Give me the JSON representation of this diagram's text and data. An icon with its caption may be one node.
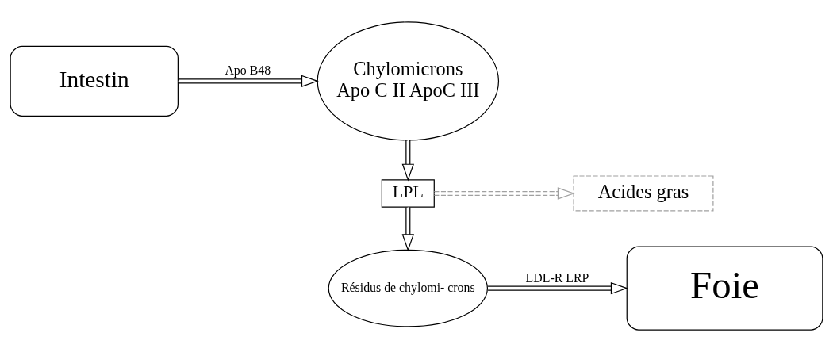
{
  "diagram": {
    "nodes": [
      {
        "text": [
          "Chylomicrons",
          "Apo C II ApoC III"
        ]
      },
      {
        "text": [
          "Intestin"
        ]
      },
      {
        "text": [
          "LPL"
        ]
      },
      {
        "text": [
          "Acides gras"
        ]
      },
      {
        "text": [
          "Résidus de chylomi- crons"
        ]
      },
      {
        "text": [
          "Foie"
        ]
      }
    ],
    "edges": [
      {
        "from": 1,
        "to": 0,
        "arrow": "to",
        "label": "Apo B48"
      },
      {
        "from": 0,
        "to": 2,
        "arrow": "to"
      },
      {
        "from": 2,
        "to": 3,
        "arrow": "to",
        "style": "dashed",
        "color": "#a0a0a0"
      },
      {
        "from": 2,
        "to": 4,
        "arrow": "to"
      },
      {
        "from": 4,
        "to": 5,
        "arrow": "to",
        "label": "LDL-R LRP"
      }
    ]
  }
}
